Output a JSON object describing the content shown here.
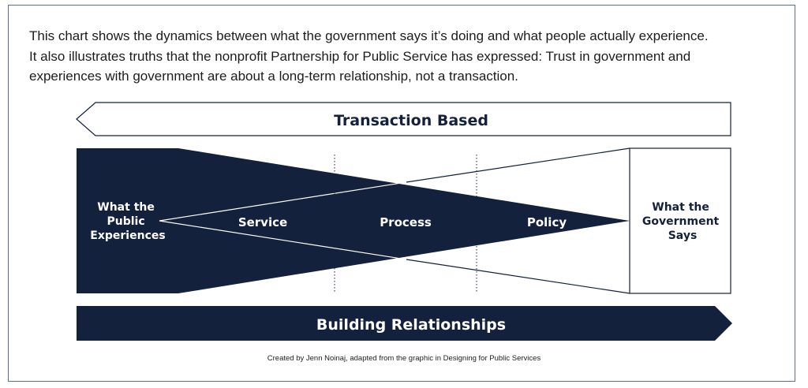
{
  "intro": {
    "line1": "This chart shows the dynamics between what the government says it’s doing and what people actually experience.",
    "line2": "It also illustrates truths that the nonprofit Partnership for Public Service has expressed: Trust in government and",
    "line3": "experiences with government are about a long-term relationship, not a transaction."
  },
  "diagram": {
    "top_arrow_label": "Transaction Based",
    "bottom_arrow_label": "Building Relationships",
    "left_box_lines": [
      "What the",
      "Public",
      "Experiences"
    ],
    "right_box_lines": [
      "What the",
      "Government",
      "Says"
    ],
    "stages": [
      "Service",
      "Process",
      "Policy"
    ]
  },
  "colors": {
    "navy": "#14213d",
    "frame_border": "#5b6f8c",
    "white": "#ffffff"
  },
  "credit": "Created by Jenn Noinaj, adapted from the graphic in Designing for Public Services"
}
